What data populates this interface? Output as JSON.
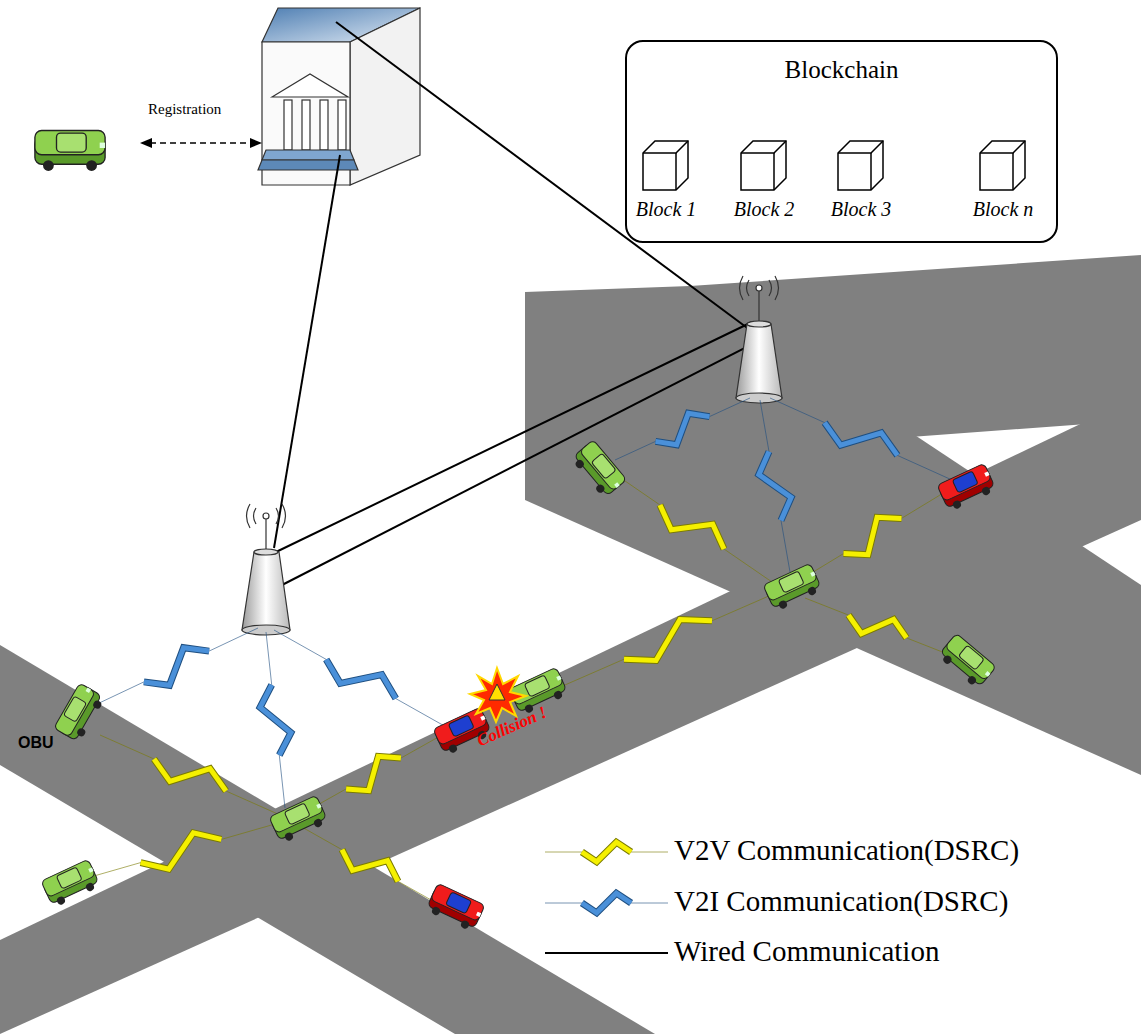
{
  "diagram": {
    "nodes": [
      {
        "text": [
          "Blockchain"
        ]
      },
      {
        "text": [
          "Block 1"
        ],
        "in": 0
      },
      {
        "text": [
          "Block 2"
        ],
        "in": 0
      },
      {
        "text": [
          "Block 3"
        ],
        "in": 0
      },
      {
        "text": [
          "Block n"
        ],
        "in": 0
      }
    ],
    "edges": [
      {
        "from": 1,
        "to": 2,
        "arrow": "none"
      },
      {
        "from": 2,
        "to": 3,
        "arrow": "none"
      },
      {
        "from": 3,
        "to": 4,
        "arrow": "none"
      }
    ],
    "labels": [
      "Registration",
      "OBU",
      "Collision !"
    ],
    "legend": [
      {
        "text": "V2V Communication(DSRC)"
      },
      {
        "text": "V2I Communication(DSRC)"
      },
      {
        "text": "Wired Communication"
      }
    ]
  }
}
